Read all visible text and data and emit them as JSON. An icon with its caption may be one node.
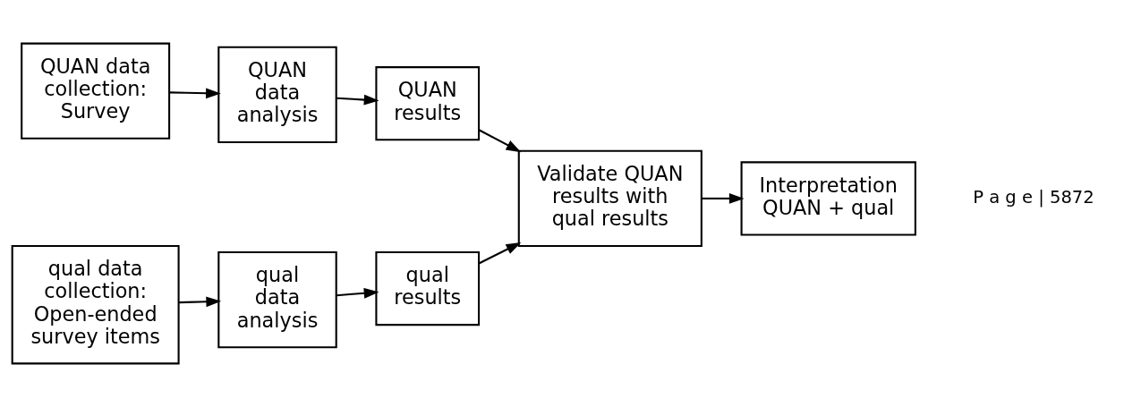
{
  "diagram": {
    "nodes": [
      {
        "text": [
          "QUAN data collection: Survey"
        ]
      },
      {
        "text": [
          "QUAN data analysis"
        ]
      },
      {
        "text": [
          "QUAN results"
        ]
      },
      {
        "text": [
          "Validate QUAN results with qual results"
        ]
      },
      {
        "text": [
          "Interpretation QUAN + qual"
        ]
      },
      {
        "text": [
          "qual data collection: Open-ended survey items"
        ]
      },
      {
        "text": [
          "qual data analysis"
        ]
      },
      {
        "text": [
          "qual results"
        ]
      }
    ],
    "edges": [
      {
        "from": 0,
        "to": 1,
        "arrow": "to"
      },
      {
        "from": 1,
        "to": 2,
        "arrow": "to"
      },
      {
        "from": 2,
        "to": 3,
        "arrow": "to"
      },
      {
        "from": 5,
        "to": 6,
        "arrow": "to"
      },
      {
        "from": 6,
        "to": 7,
        "arrow": "to"
      },
      {
        "from": 7,
        "to": 3,
        "arrow": "to"
      },
      {
        "from": 3,
        "to": 4,
        "arrow": "to"
      }
    ],
    "labels": [
      "P a g e | 5872"
    ]
  }
}
